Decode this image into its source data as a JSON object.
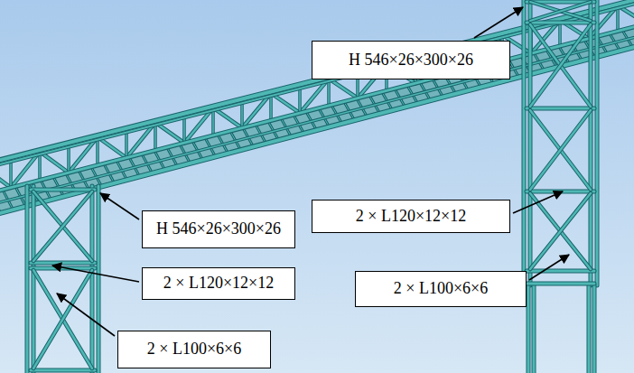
{
  "diagram": {
    "nodes": [
      {
        "text": [
          "H 546×26×300×26"
        ]
      },
      {
        "text": [
          "2 × L120×12×12"
        ]
      },
      {
        "text": [
          "H 546×26×300×26"
        ]
      },
      {
        "text": [
          "2 × L120×12×12"
        ]
      },
      {
        "text": [
          "2 × L100×6×6"
        ]
      },
      {
        "text": [
          "2 × L100×6×6"
        ]
      }
    ]
  }
}
